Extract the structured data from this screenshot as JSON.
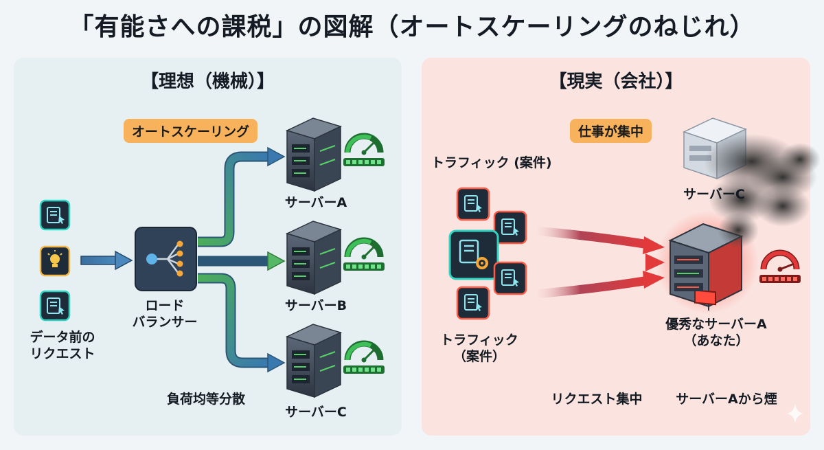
{
  "title": "「有能さへの課税」の図解（オートスケーリングのねじれ）",
  "left": {
    "heading": "【理想（機械）】",
    "pill": "オートスケーリング",
    "requests_label_1": "データ前の",
    "requests_label_2": "リクエスト",
    "lb_label_1": "ロード",
    "lb_label_2": "バランサー",
    "servers": [
      "サーバーA",
      "サーバーB",
      "サーバーC"
    ],
    "balance_label": "負荷均等分散"
  },
  "right": {
    "heading": "【現実（会社）】",
    "pill": "仕事が集中",
    "traffic_top": "トラフィック (案件)",
    "traffic_bottom_1": "トラフィック",
    "traffic_bottom_2": "（案件）",
    "server_c": "サーバーC",
    "server_a_1": "優秀なサーバーA",
    "server_a_2": "（あなた）",
    "caption_1": "リクエスト集中",
    "caption_2": "サーバーAから煙"
  },
  "colors": {
    "left_panel": "#e6f0f3",
    "right_panel": "#fbe3df",
    "pill": "#f7b25b",
    "arrow_blue": "#3a6f9e",
    "arrow_green": "#4cae5a",
    "arrow_red": "#e2393a",
    "gauge_green": "#2f9e44",
    "gauge_red": "#d8322f"
  }
}
